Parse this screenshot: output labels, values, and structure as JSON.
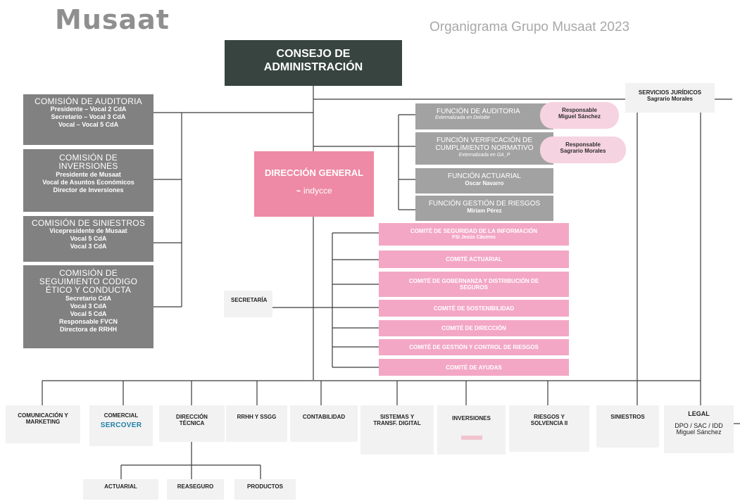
{
  "header": {
    "logo_text": "Musaat",
    "chart_title": "Organigrama Grupo Musaat 2023"
  },
  "board": {
    "line1": "CONSEJO DE",
    "line2": "ADMINISTRACIÓN"
  },
  "commissions": [
    {
      "title": "COMISIÓN DE AUDITORIA",
      "lines": [
        "Presidente – Vocal 2 CdA",
        "Secretario – Vocal 3 CdA",
        "Vocal – Vocal 5 CdA"
      ]
    },
    {
      "title": "COMISIÓN DE INVERSIONES",
      "lines": [
        "Presidente de Musaat",
        "Vocal de Asuntos Económicos",
        "Director de Inversiones"
      ]
    },
    {
      "title": "COMISIÓN DE SINIESTROS",
      "lines": [
        "Vicepresidente de Musaat",
        "Vocal 5 CdA",
        "Vocal 3 CdA"
      ]
    },
    {
      "title": "COMISIÓN DE SEGUIMIENTO CODIGO ÉTICO Y CONDUCTA",
      "lines": [
        "Secretario CdA",
        "Vocal 3 CdA",
        "Vocal 5 CdA",
        "Responsable FVCN",
        "Directora de RRHH"
      ]
    }
  ],
  "direccion_general": {
    "title": "DIRECCIÓN GENERAL",
    "logo": "indycce"
  },
  "functions": [
    {
      "title": "FUNCIÓN DE AUDITORIA",
      "sub": "Externalizada en Deloitte",
      "italic": true
    },
    {
      "title": "FUNCIÓN VERIFICACIÓN DE CUMPLIMIENTO NORMATIVO",
      "sub": "Externalizada en GA_P",
      "italic": true
    },
    {
      "title": "FUNCIÓN ACTUARIAL",
      "sub": "Oscar Navarro",
      "italic": false
    },
    {
      "title": "FUNCIÓN GESTIÓN DE RIESGOS",
      "sub": "Miriam Pérez",
      "italic": false
    }
  ],
  "responsables": [
    {
      "label": "Responsable",
      "name": "Miguel Sánchez"
    },
    {
      "label": "Responsable",
      "name": "Sagrario Morales"
    }
  ],
  "committees": [
    {
      "title": "COMITÉ DE SEGURIDAD DE LA INFORMACIÓN",
      "sub": "FSI Jesús Cáceres"
    },
    {
      "title": "COMITÉ ACTUARIAL",
      "sub": ""
    },
    {
      "title": "COMITÉ DE GOBERNANZA Y DISTRIBUCIÓN DE SEGUROS",
      "sub": ""
    },
    {
      "title": "COMITÉ DE SOSTENIBILIDAD",
      "sub": ""
    },
    {
      "title": "COMITÉ DE DIRECCIÓN",
      "sub": ""
    },
    {
      "title": "COMITÉ DE GESTIÓN Y CONTROL DE RIESGOS",
      "sub": ""
    },
    {
      "title": "COMITÉ DE AYUDAS",
      "sub": ""
    }
  ],
  "secretaria": "SECRETARÍA",
  "servicios_juridicos": {
    "title": "SERVICIOS JURÍDICOS",
    "name": "Sagrario Morales"
  },
  "departments": [
    {
      "title": "COMUNICACIÓN Y MARKETING"
    },
    {
      "title": "COMERCIAL",
      "brand": "SERCOVER"
    },
    {
      "title": "DIRECCIÓN TÉCNICA"
    },
    {
      "title": "RRHH Y SSGG"
    },
    {
      "title": "CONTABILIDAD"
    },
    {
      "title": "SISTEMAS Y TRANSF. DIGITAL"
    },
    {
      "title": "INVERSIONES"
    },
    {
      "title": "RIESGOS Y SOLVENCIA II"
    },
    {
      "title": "SINIESTROS"
    },
    {
      "title": "LEGAL",
      "sub": "DPO / SAC / IDD",
      "name": "Miguel Sánchez"
    }
  ],
  "technical_subunits": [
    "ACTUARIAL",
    "REASEGURO",
    "PRODUCTOS"
  ],
  "colors": {
    "board": "#37443f",
    "commission": "#818181",
    "function": "#a2a2a2",
    "direccion_general": "#ee8aa5",
    "committee": "#f3a7c4",
    "responsable": "#f6d3e0",
    "department": "#f2f2f2",
    "brand": "#1f7fa6"
  }
}
